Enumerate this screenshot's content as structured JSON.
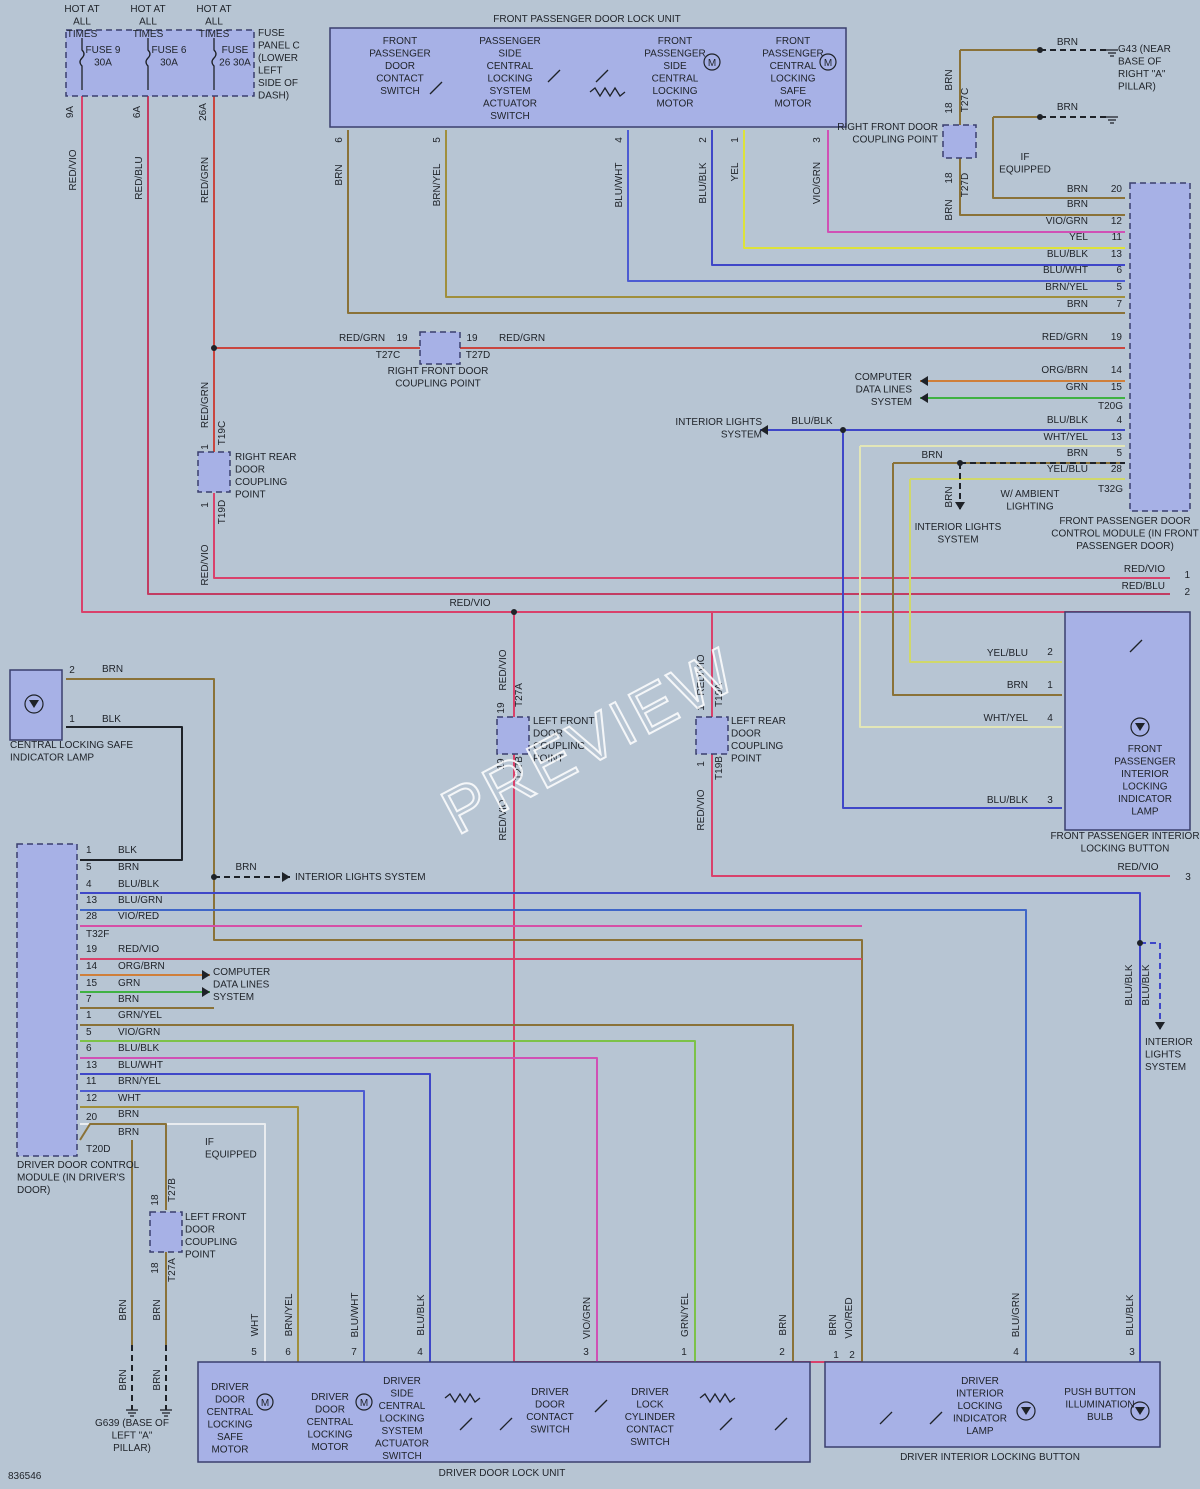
{
  "labels": {
    "hot1": "HOT AT ALL TIMES",
    "hot2": "HOT AT ALL TIMES",
    "hot3": "HOT AT ALL TIMES",
    "fuse9": "FUSE 9 30A",
    "fuse6": "FUSE 6 30A",
    "fuse26": "FUSE 26 30A",
    "fuse_panel": "FUSE PANEL C (LOWER LEFT SIDE OF DASH)",
    "fp_lock_unit": "FRONT PASSENGER DOOR LOCK UNIT",
    "fp_door_contact": "FRONT PASSENGER DOOR CONTACT SWITCH",
    "ps_actuator_switch": "PASSENGER SIDE CENTRAL LOCKING SYSTEM ACTUATOR SWITCH",
    "fp_side_motor": "FRONT PASSENGER SIDE CENTRAL LOCKING MOTOR",
    "fp_safe_motor": "FRONT PASSENGER CENTRAL LOCKING SAFE MOTOR",
    "g43": "G43 (NEAR BASE OF RIGHT \"A\" PILLAR)",
    "rf_coupling_top": "RIGHT FRONT DOOR COUPLING POINT",
    "if_equipped_top": "IF EQUIPPED",
    "rf_coupling_mid": "RIGHT FRONT DOOR COUPLING POINT",
    "cdl_right": "COMPUTER DATA LINES SYSTEM",
    "ils_right": "INTERIOR LIGHTS SYSTEM",
    "ambient": "W/ AMBIENT LIGHTING",
    "ils_right2": "INTERIOR LIGHTS SYSTEM",
    "fp_dcm": "FRONT PASSENGER DOOR CONTROL MODULE (IN FRONT PASSENGER DOOR)",
    "rr_coupling": "RIGHT REAR DOOR COUPLING POINT",
    "safe_lamp": "CENTRAL LOCKING SAFE INDICATOR LAMP",
    "lf_coupling_mid": "LEFT FRONT DOOR COUPLING POINT",
    "lr_coupling": "LEFT REAR DOOR COUPLING POINT",
    "fp_ind_lamp": "FRONT PASSENGER INTERIOR LOCKING INDICATOR LAMP",
    "fp_button": "FRONT PASSENGER INTERIOR LOCKING BUTTON",
    "ils_left": "INTERIOR LIGHTS SYSTEM",
    "cdl_left": "COMPUTER DATA LINES SYSTEM",
    "ils_br": "INTERIOR LIGHTS SYSTEM",
    "d_dcm": "DRIVER DOOR CONTROL MODULE (IN DRIVER'S DOOR)",
    "if_equipped_left": "IF EQUIPPED",
    "lf_coupling_bot": "LEFT FRONT DOOR COUPLING POINT",
    "g639": "G639 (BASE OF LEFT \"A\" PILLAR)",
    "d_safe_motor": "DRIVER DOOR CENTRAL LOCKING SAFE MOTOR",
    "d_motor": "DRIVER DOOR CENTRAL LOCKING MOTOR",
    "d_actuator_switch": "DRIVER SIDE CENTRAL LOCKING SYSTEM ACTUATOR SWITCH",
    "d_contact": "DRIVER DOOR CONTACT SWITCH",
    "d_cylinder": "DRIVER LOCK CYLINDER CONTACT SWITCH",
    "d_lock_unit": "DRIVER DOOR LOCK UNIT",
    "d_ind_lamp": "DRIVER INTERIOR LOCKING INDICATOR LAMP",
    "push_bulb": "PUSH BUTTON ILLUMINATION BULB",
    "d_button": "DRIVER INTERIOR LOCKING BUTTON",
    "preview": "PREVIEW",
    "fig_id": "836546"
  },
  "colors": {
    "red_vio": "#d9416b",
    "red_blu": "#c23c62",
    "red_grn": "#c9463f",
    "brn": "#8a7238",
    "brn_yel": "#a08f3c",
    "blu_wht": "#4c5bd2",
    "blu_blk": "#3f47c8",
    "yel": "#dde23a",
    "vio_grn": "#d051b5",
    "grn": "#3fb243",
    "org_brn": "#cf7f3a",
    "wht_yel": "#e2e6b7",
    "yel_blu": "#d0d86a",
    "blk": "#1e2228",
    "grn_yel": "#7cc248",
    "wht": "#e9ecef",
    "blu_grn": "#3f66c8",
    "vio_red": "#d64fa6"
  },
  "wire_labels": {
    "top_left": [
      "RED/VIO",
      "RED/BLU",
      "RED/GRN"
    ],
    "top_right": [
      "BRN",
      "BRN",
      "BRN",
      "BRN",
      "VIO/GRN",
      "YEL",
      "BLU/BLK",
      "BLU/WHT",
      "BRN/YEL",
      "BRN",
      "RED/GRN",
      "ORG/BRN",
      "GRN",
      "BLU/BLK",
      "WHT/YEL",
      "BRN",
      "YEL/BLU",
      "RED/VIO",
      "RED/BLU"
    ],
    "top_vertical": [
      "BRN",
      "BRN/YEL",
      "BLU/WHT",
      "BLU/BLK",
      "YEL",
      "VIO/GRN",
      "BRN",
      "BRN"
    ],
    "mid": [
      "RED/GRN",
      "RED/GRN",
      "RED/GRN",
      "BLU/BLK",
      "BRN",
      "BRN",
      "RED/VIO",
      "RED/VIO",
      "RED/VIO",
      "RED/VIO",
      "RED/VIO",
      "RED/VIO",
      "RED/VIO",
      "BLU/BLK",
      "BLU/BLK"
    ],
    "button_right": [
      "YEL/BLU",
      "BRN",
      "WHT/YEL",
      "BLU/BLK"
    ],
    "lamp": [
      "BRN",
      "BLK"
    ],
    "left_module": [
      "BLK",
      "BRN",
      "BLU/BLK",
      "BLU/GRN",
      "VIO/RED",
      "RED/VIO",
      "ORG/BRN",
      "GRN",
      "BRN",
      "GRN/YEL",
      "VIO/GRN",
      "BLU/BLK",
      "BLU/WHT",
      "BRN/YEL",
      "WHT",
      "BRN",
      "BRN",
      "BRN"
    ],
    "bottom_vertical": [
      "BRN",
      "BRN",
      "BRN",
      "BRN",
      "WHT",
      "BRN/YEL",
      "BLU/WHT",
      "BLU/BLK",
      "VIO/GRN",
      "GRN/YEL",
      "BRN",
      "BRN",
      "VIO/RED",
      "BLU/GRN",
      "BLU/BLK"
    ]
  },
  "pins": {
    "top_fuse": [
      "9A",
      "6A",
      "26A"
    ],
    "top_unit": [
      "6",
      "5",
      "4",
      "2",
      "1",
      "3"
    ],
    "coupling_top": [
      "18",
      "T27C",
      "18",
      "T27D"
    ],
    "right_module": [
      "20",
      "12",
      "11",
      "13",
      "6",
      "5",
      "7",
      "19",
      "14",
      "15",
      "T20G",
      "4",
      "13",
      "5",
      "28",
      "T32G",
      "1",
      "2"
    ],
    "mid": [
      "19",
      "T27C",
      "19",
      "T27D",
      "1",
      "T19C",
      "1",
      "T19D",
      "19",
      "T27A",
      "19",
      "T27B",
      "1",
      "T19A",
      "1",
      "T19B"
    ],
    "button_right": [
      "2",
      "1",
      "4",
      "3",
      "3"
    ],
    "lamp": [
      "2",
      "1"
    ],
    "left_module": [
      "1",
      "5",
      "4",
      "13",
      "28",
      "T32F",
      "19",
      "14",
      "15",
      "7",
      "1",
      "5",
      "6",
      "13",
      "11",
      "12",
      "20",
      "T20D"
    ],
    "bottom": [
      "18",
      "T27B",
      "18",
      "T27A",
      "5",
      "6",
      "7",
      "4",
      "3",
      "1",
      "2",
      "1",
      "2",
      "4",
      "3"
    ]
  }
}
